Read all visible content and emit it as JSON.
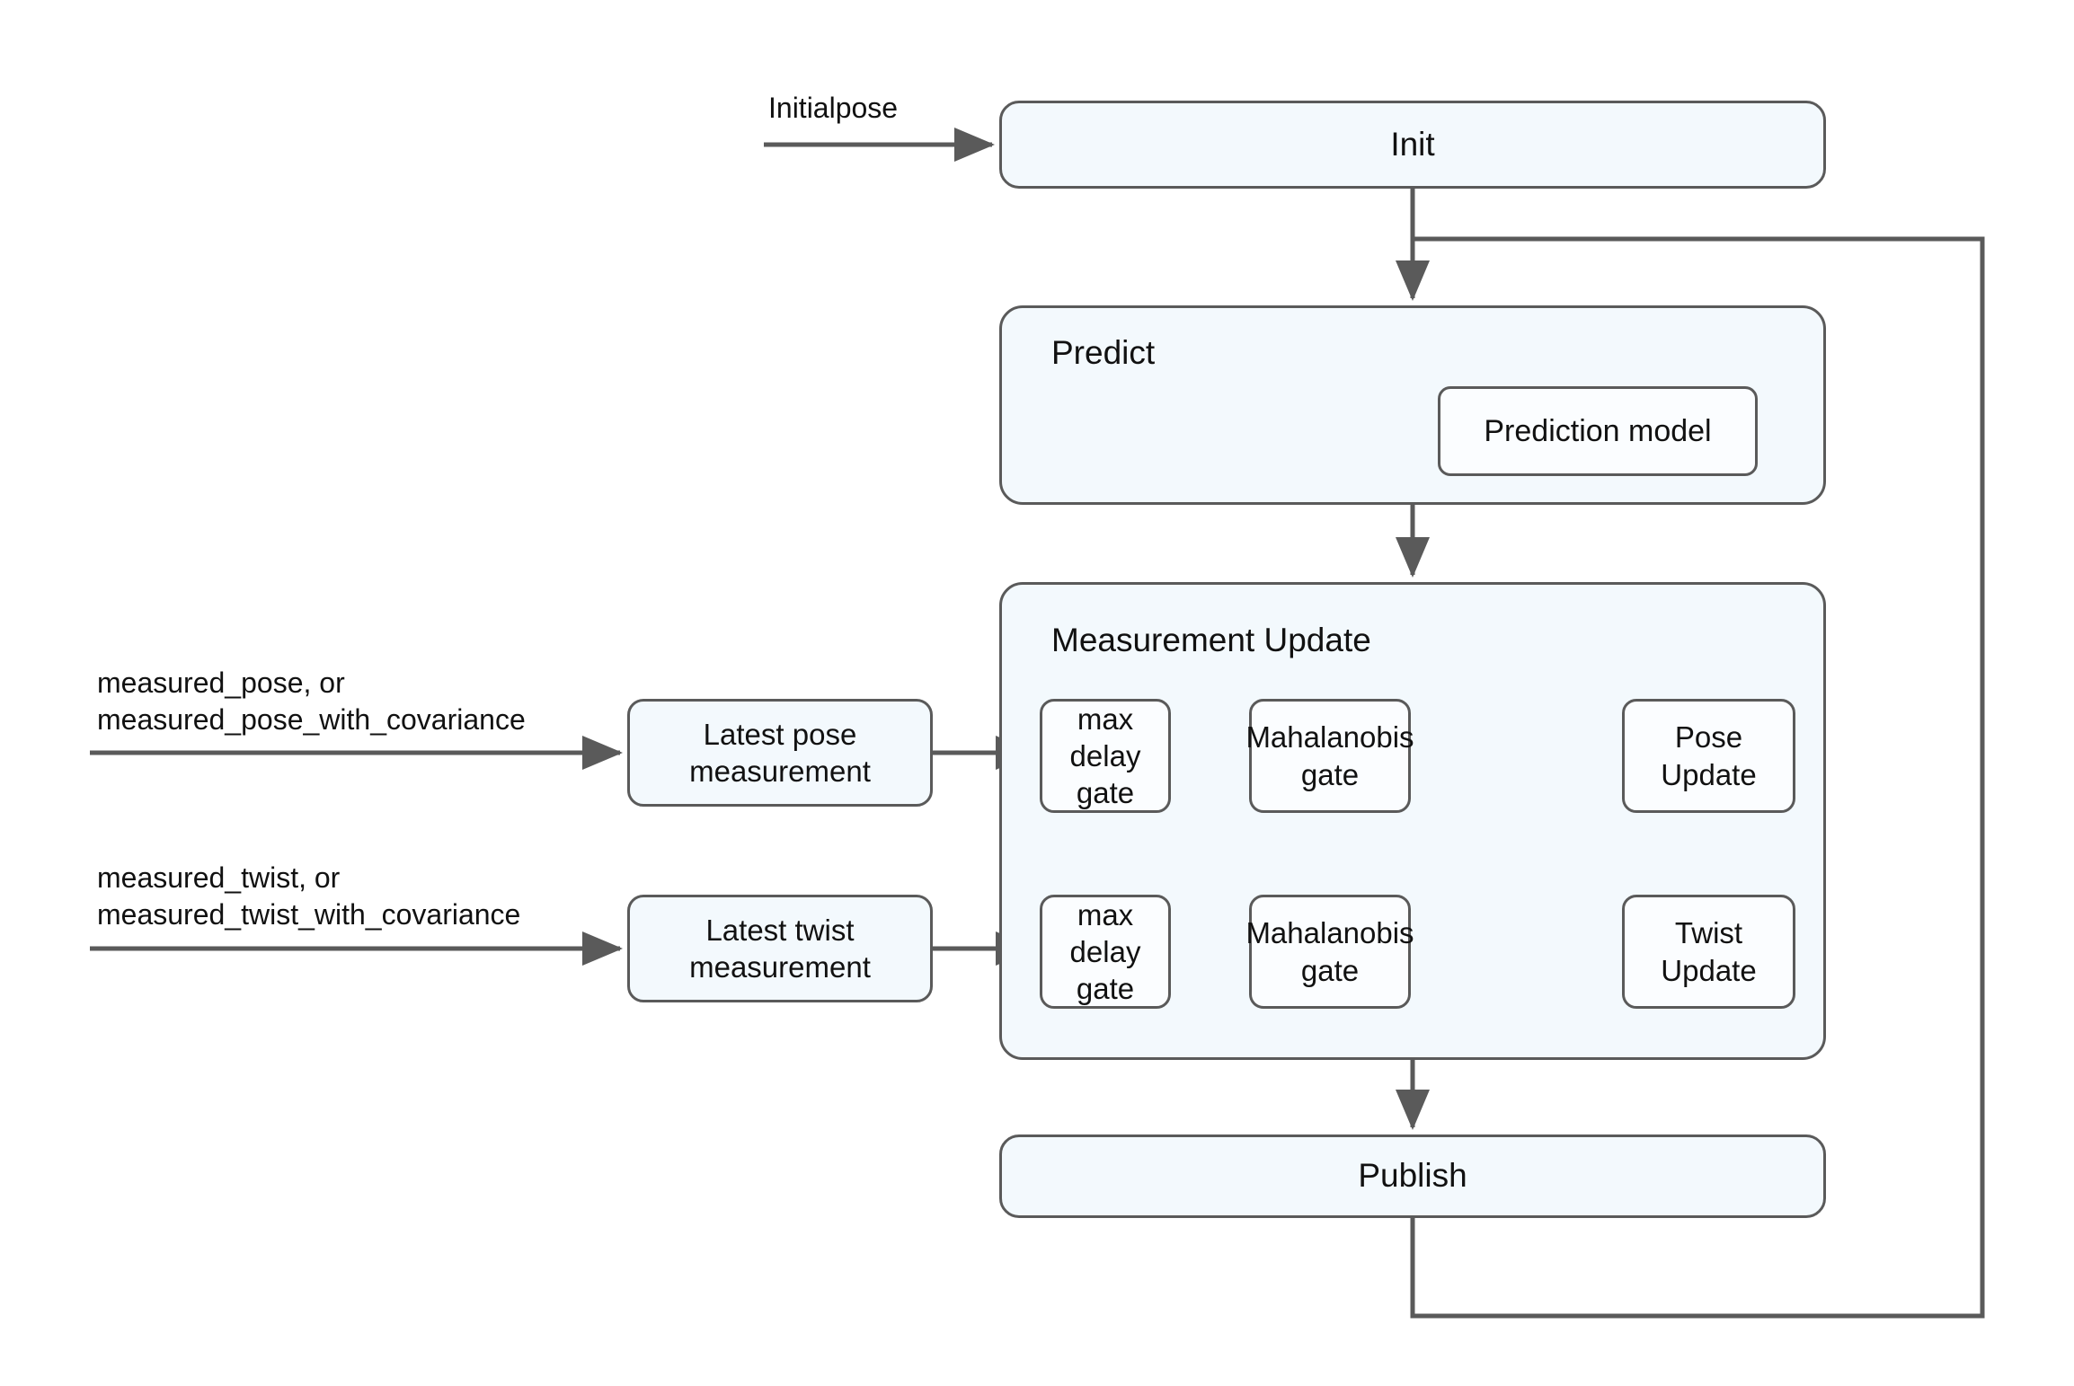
{
  "diagram": {
    "title_hidden": "EKF localization pipeline flow",
    "colors": {
      "node_fill": "#f3f9fd",
      "inner_fill": "#fbfdff",
      "stroke": "#5a5a5a",
      "text": "#111111",
      "background": "#ffffff"
    },
    "nodes": {
      "init": {
        "label": "Init"
      },
      "predict": {
        "title": "Predict",
        "prediction_model": "Prediction model"
      },
      "measurement_update": {
        "title": "Measurement Update"
      },
      "publish": {
        "label": "Publish"
      },
      "latest_pose": {
        "label": "Latest pose\nmeasurement"
      },
      "latest_twist": {
        "label": "Latest twist\nmeasurement"
      },
      "pose_max_delay_gate": {
        "label": "max delay\ngate"
      },
      "pose_mahalanobis_gate": {
        "label": "Mahalanobis\ngate"
      },
      "pose_update": {
        "label": "Pose\nUpdate"
      },
      "twist_max_delay_gate": {
        "label": "max delay\ngate"
      },
      "twist_mahalanobis_gate": {
        "label": "Mahalanobis\ngate"
      },
      "twist_update": {
        "label": "Twist\nUpdate"
      }
    },
    "edge_labels": {
      "initialpose": "Initialpose",
      "measured_pose": "measured_pose, or\nmeasured_pose_with_covariance",
      "measured_twist": "measured_twist, or\nmeasured_twist_with_covariance"
    }
  }
}
